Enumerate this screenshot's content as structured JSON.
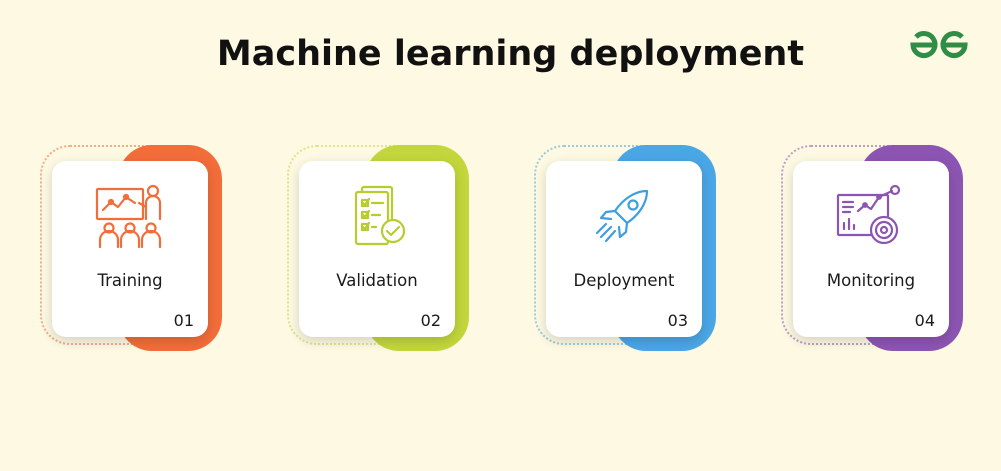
{
  "title": "Machine learning deployment",
  "steps": [
    {
      "label": "Training",
      "number": "01",
      "color": "#f36d3a",
      "icon": "training-presentation-icon"
    },
    {
      "label": "Validation",
      "number": "02",
      "color": "#c3d73c",
      "icon": "checklist-icon"
    },
    {
      "label": "Deployment",
      "number": "03",
      "color": "#4aa7e6",
      "icon": "rocket-icon"
    },
    {
      "label": "Monitoring",
      "number": "04",
      "color": "#8d55b3",
      "icon": "monitoring-dashboard-icon"
    }
  ],
  "brand": {
    "logo": "gfg-logo-icon",
    "color": "#2f8d46"
  }
}
